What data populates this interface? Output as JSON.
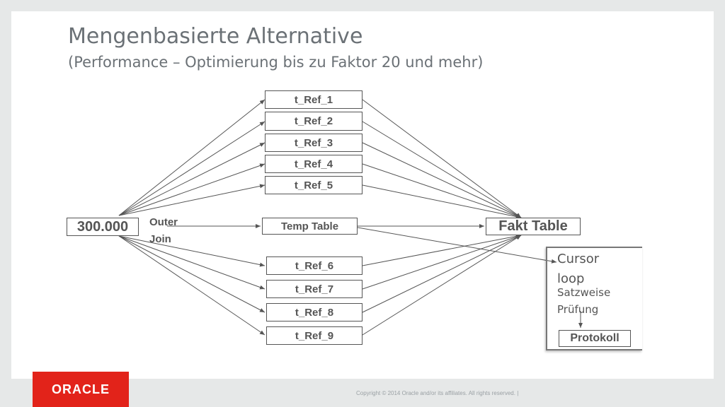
{
  "title": "Mengenbasierte Alternative",
  "subtitle": "(Performance – Optimierung bis zu Faktor 20 und mehr)",
  "source_box": "300.000",
  "join_label_1": "Outer",
  "join_label_2": "Join",
  "temp_table": "Temp Table",
  "fakt_table": "Fakt Table",
  "ref_tables_top": [
    "t_Ref_1",
    "t_Ref_2",
    "t_Ref_3",
    "t_Ref_4",
    "t_Ref_5"
  ],
  "ref_tables_bottom": [
    "t_Ref_6",
    "t_Ref_7",
    "t_Ref_8",
    "t_Ref_9"
  ],
  "cursor_label_1": "Cursor",
  "cursor_label_2": "loop",
  "check_label_1": "Satzweise",
  "check_label_2": "Prüfung",
  "protokoll": "Protokoll",
  "logo_text": "ORACLE",
  "copyright": "Copyright © 2014 Oracle and/or its affiliates. All rights reserved.  |",
  "colors": {
    "line": "#555555",
    "title": "#6b7176",
    "logo": "#e2231a",
    "background": "#e6e8e8"
  }
}
